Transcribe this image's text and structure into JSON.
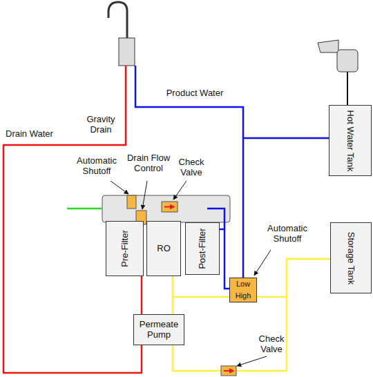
{
  "diagram": {
    "nodes": [
      {
        "text": [
          "Pre-Filter"
        ]
      },
      {
        "text": [
          "RO"
        ]
      },
      {
        "text": [
          "Post-Filter"
        ]
      },
      {
        "text": [
          "Hot Water Tank"
        ]
      },
      {
        "text": [
          "Storage Tank"
        ]
      },
      {
        "text": [
          "Permeate Pump"
        ]
      },
      {
        "text": [
          "Low",
          "High"
        ]
      }
    ],
    "edges": [
      {
        "from": 2,
        "to": 6,
        "arrow": "none"
      },
      {
        "from": 6,
        "to": 3,
        "arrow": "none"
      },
      {
        "from": 6,
        "to": 4,
        "arrow": "none"
      },
      {
        "from": 1,
        "to": 5,
        "arrow": "none"
      },
      {
        "from": 5,
        "to": 4,
        "arrow": "none"
      }
    ],
    "labels": [
      "Product Water",
      "Drain Water",
      "Gravity Drain",
      "Automatic Shutoff",
      "Drain Flow Control",
      "Check Valve",
      "Automatic Shutoff",
      "Check Valve"
    ]
  }
}
